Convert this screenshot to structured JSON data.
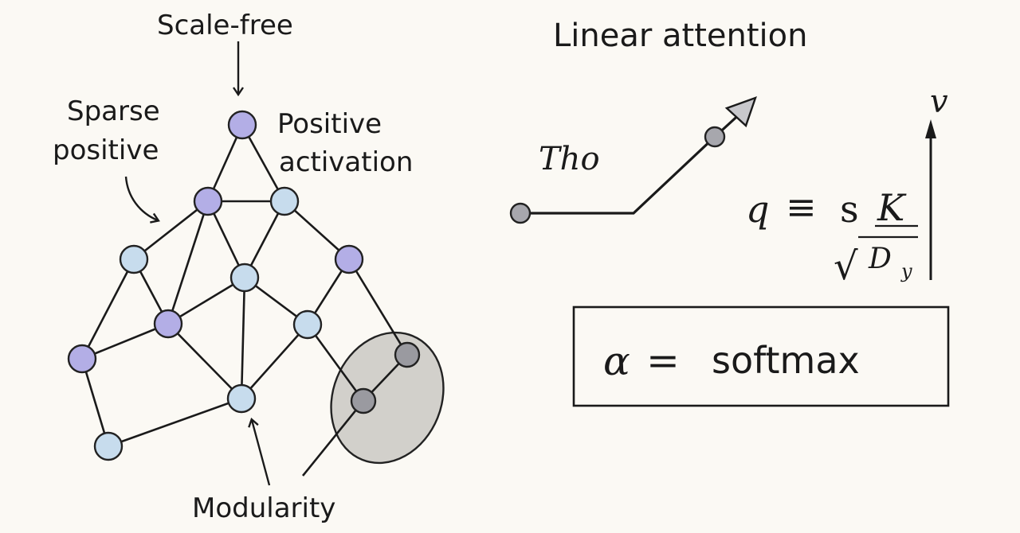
{
  "colors": {
    "background": "#fbf9f4",
    "purple_node": "#b3aee6",
    "blue_node": "#c7dced",
    "gray_node": "#9a9aa0",
    "module_ellipse": "#d2d0cb",
    "ink": "#1a1a1a"
  },
  "labels": {
    "scale_free": "Scale-free",
    "sparse_line1": "Sparse",
    "sparse_line2": "positive",
    "positive_line1": "Positive",
    "positive_line2": "activation",
    "modularity": "Modularity",
    "linear_attention": "Linear attention",
    "tho": "Tho",
    "v_symbol": "v",
    "q_symbol": "q",
    "equiv_symbol": "≡",
    "s_symbol": "s",
    "k_symbol": "K",
    "sqrt_symbol": "√",
    "d_symbol": "D",
    "d_subscript": "y",
    "formula_alpha": "α",
    "formula_equals": "=",
    "formula_softmax": "softmax"
  }
}
